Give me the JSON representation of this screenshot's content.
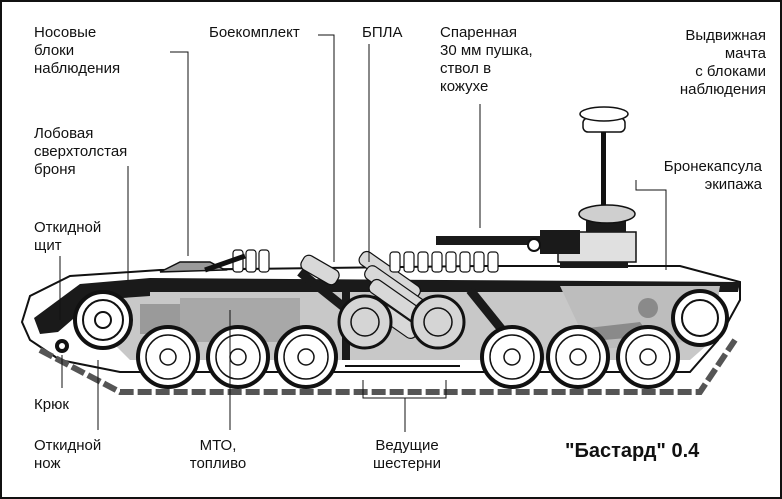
{
  "labels": {
    "nasal_blocks": "Носовые\nблоки\nнаблюдения",
    "ammo": "Боекомплект",
    "uav": "БПЛА",
    "coaxial_gun": "Спаренная\n30 мм пушка,\nствол в\nкожухе",
    "mast": "Выдвижная\nмачта\nс блоками\nнаблюдения",
    "frontal_armor": "Лобовая\nсверхтолстая\nброня",
    "capsule": "Бронекапсула\nэкипажа",
    "shield": "Откидной\nщит",
    "hook": "Крюк",
    "blade": "Откидной\nнож",
    "engine": "МТО,\nтопливо",
    "sprockets": "Ведущие\nшестерни"
  },
  "title": "\"Бастард\" 0.4",
  "colors": {
    "outline": "#111111",
    "light_gray": "#cfcfcf",
    "mid_gray": "#9a9a9a",
    "dark": "#1a1a1a",
    "background": "#ffffff"
  }
}
